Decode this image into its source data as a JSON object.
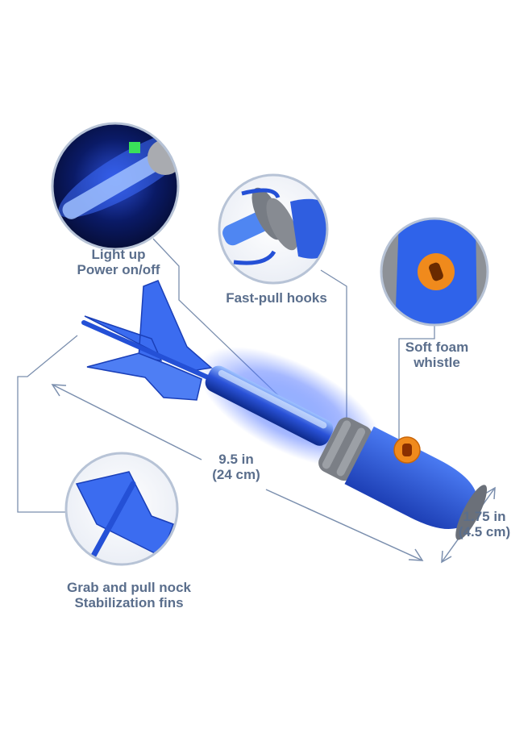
{
  "callouts": {
    "light_up": {
      "line1": "Light up",
      "line2": "Power on/off"
    },
    "hooks": {
      "line1": "Fast-pull hooks"
    },
    "whistle": {
      "line1": "Soft foam",
      "line2": "whistle"
    },
    "nock": {
      "line1": "Grab and pull nock",
      "line2": "Stabilization fins"
    }
  },
  "dimensions": {
    "length": {
      "line1": "9.5 in",
      "line2": "(24 cm)"
    },
    "diameter": {
      "line1": "1.75 in",
      "line2": "(4.5 cm)"
    }
  },
  "colors": {
    "callout_text": "#5a6e8c",
    "leader_line": "#7b8fae",
    "rocket_blue": "#2f5fe0",
    "foam_gray": "#7b7f86",
    "whistle_orange": "#f08a1c"
  }
}
